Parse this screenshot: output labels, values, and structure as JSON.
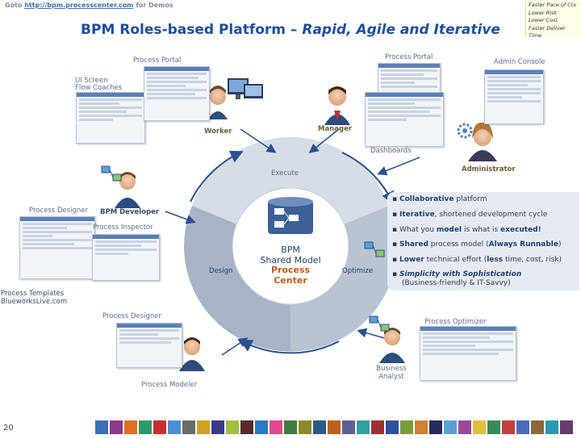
{
  "header": {
    "goto_prefix": "Goto",
    "goto_link": "http://bpm.processcenter.com",
    "goto_suffix": "for Demos",
    "title_main": "BPM Roles-based Platform – ",
    "title_emph": "Rapid, Agile and Iterative"
  },
  "sticky_note": {
    "lines": [
      "Faster Pace of Ctx",
      "Lower Risk",
      "Lower Cost",
      "Faster Deliver Time"
    ]
  },
  "labels": {
    "process_portal_left": "Process Portal",
    "process_portal_right": "Process Portal",
    "admin_console": "Admin Console",
    "ui_screen": "UI Screen",
    "flow_coaches": "Flow Coaches",
    "worker": "Worker",
    "manager": "Manager",
    "dashboards": "Dashboards",
    "administrator": "Administrator",
    "execute": "Execute",
    "process_designer_top": "Process Designer",
    "bpm_developer": "BPM Developer",
    "process_inspector": "Process Inspector",
    "design": "Design",
    "optimize": "Optimize",
    "center_line1": "BPM",
    "center_line2": "Shared Model",
    "center_line3": "Process",
    "center_line4": "Center",
    "process_templates": "Process Templates",
    "blueworks": "BlueworksLive.com",
    "process_designer_bottom": "Process Designer",
    "process_optimizer": "Process Optimizer",
    "business_analyst_1": "Business",
    "business_analyst_2": "Analyst",
    "process_modeler": "Process Modeler"
  },
  "bullets": [
    {
      "bold": "Collaborative",
      "rest": " platform"
    },
    {
      "bold": "Iterative",
      "rest": ", shortened development cycle"
    },
    {
      "pre": "What you ",
      "bold": "model",
      "mid": " is what is ",
      "bold2": "executed!"
    },
    {
      "bold": "Shared",
      "rest": " process model (",
      "bold2": "Always Runnable",
      "end": ")"
    },
    {
      "bold": "Lower",
      "rest": " technical effort  (",
      "bold2": "less",
      "end": " time, cost, risk)"
    },
    {
      "bold": "Simplicity with Sophistication",
      "line2": "(Business-friendly & IT-Savvy)"
    }
  ],
  "footer": {
    "page_number": "20"
  },
  "colors": {
    "title": "#1f4e9a",
    "ring": "#dfe4eb",
    "design_sector": "#a7b3c4",
    "execute_sector": "#c7ced9",
    "optimize_sector": "#b6c0ce",
    "center_text": "#c05a1a",
    "arrow": "#2b4f8f"
  }
}
